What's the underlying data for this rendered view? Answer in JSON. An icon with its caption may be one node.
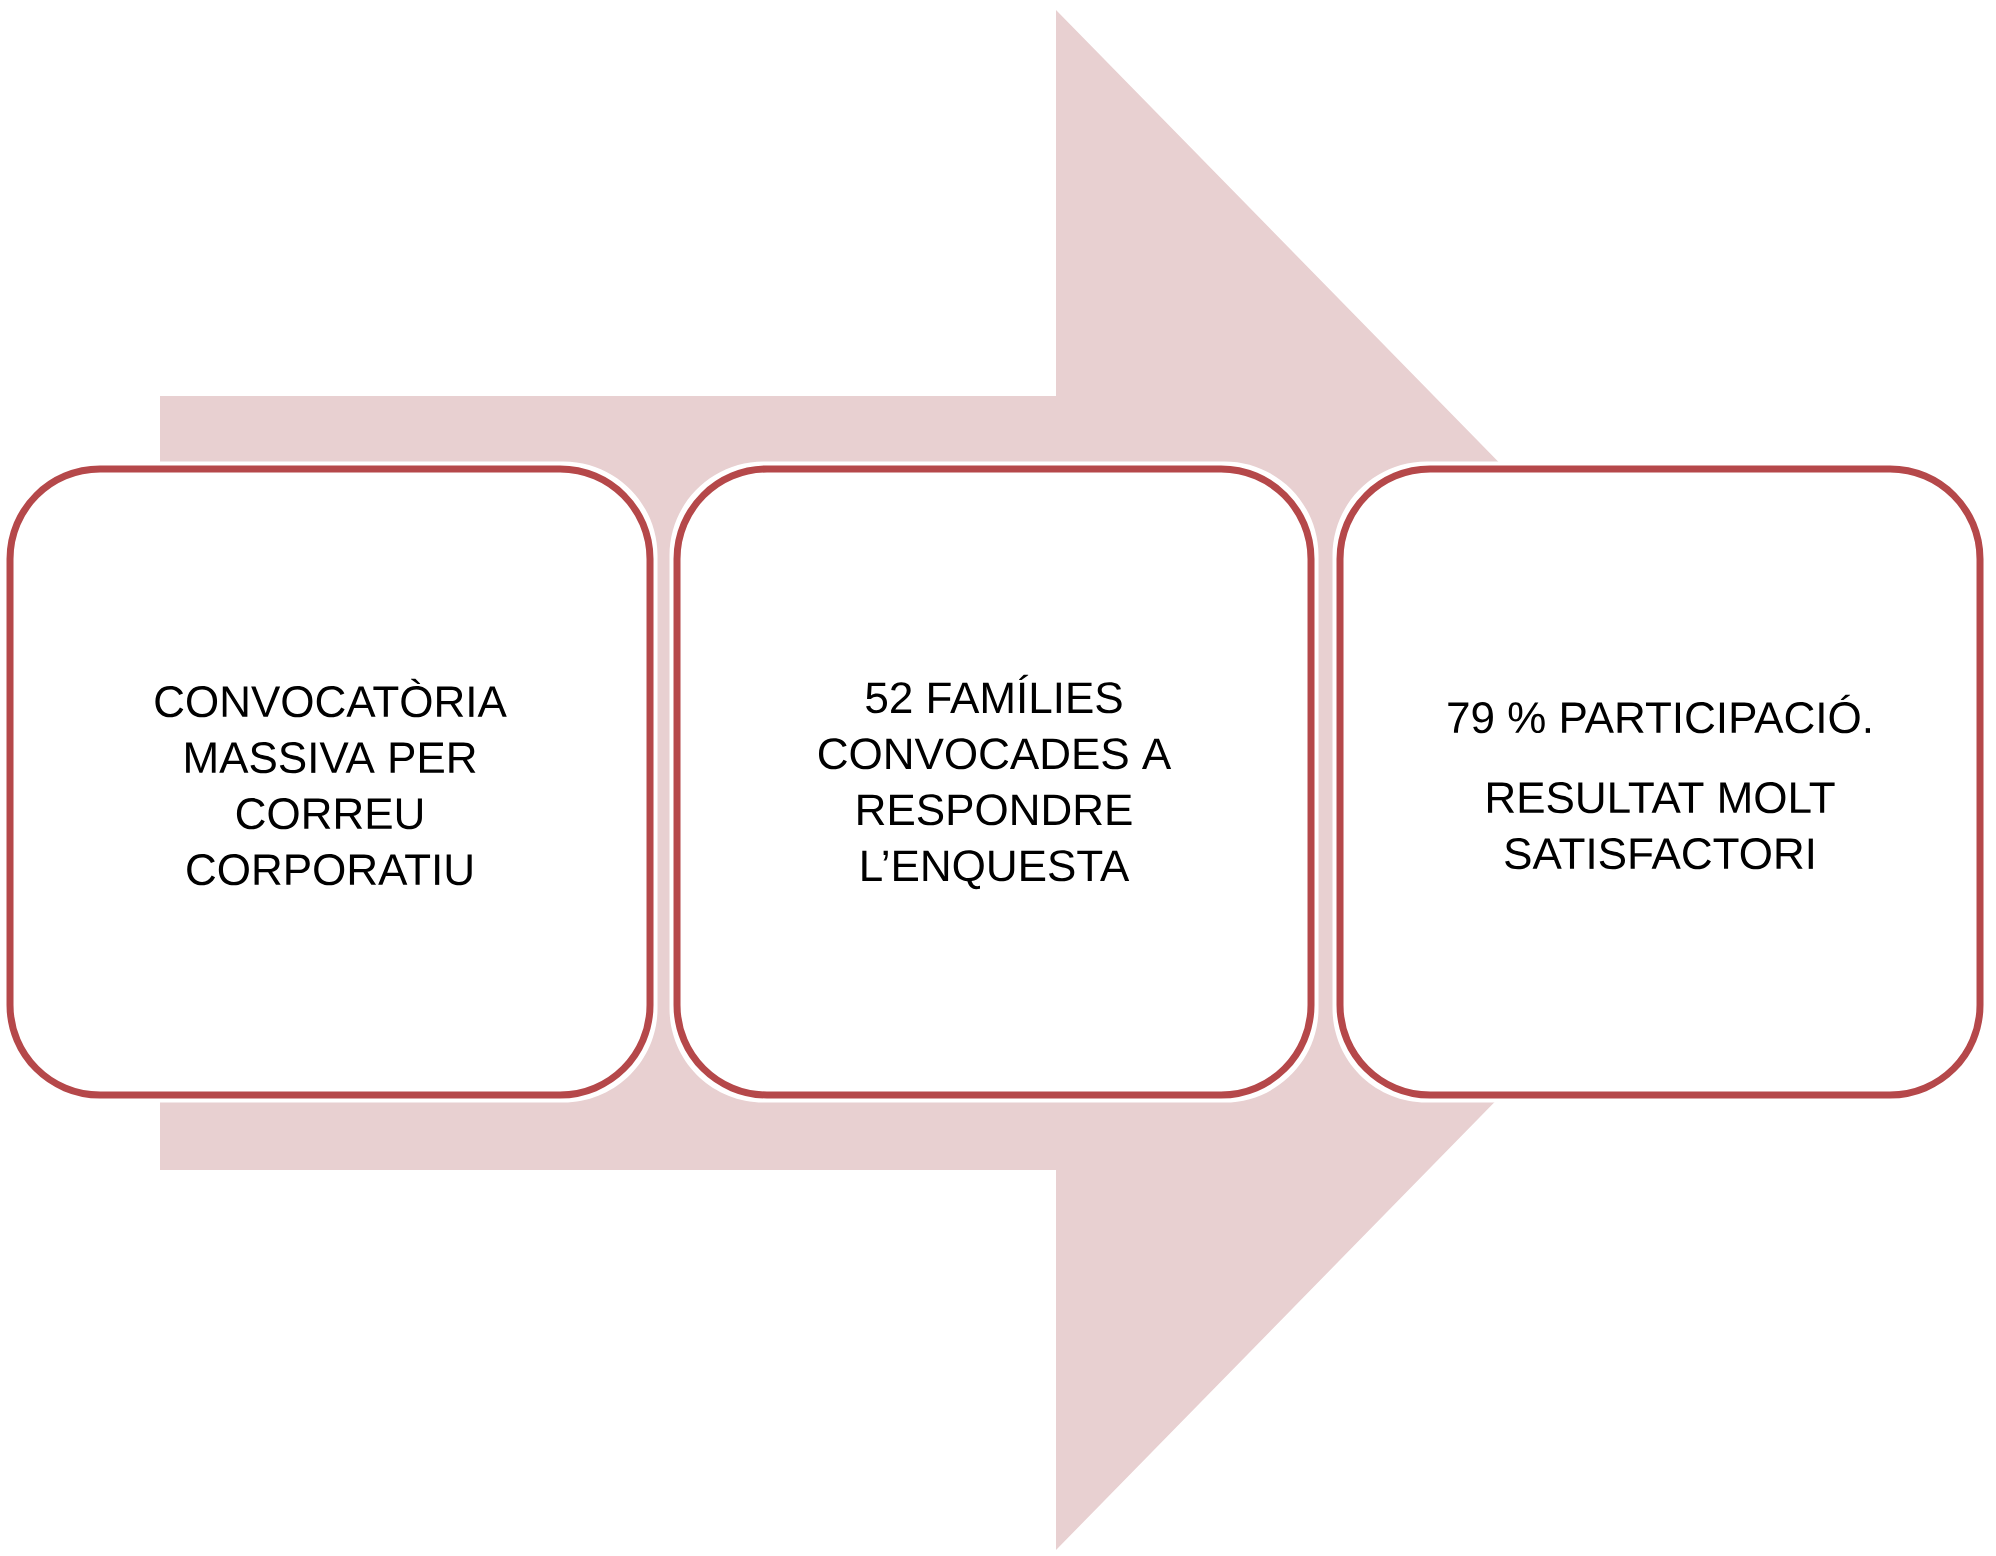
{
  "diagram": {
    "nodes": [
      {
        "text": [
          "CONVOCATÒRIA MASSIVA PER CORREU CORPORATIU"
        ]
      },
      {
        "text": [
          "52 FAMÍLIES CONVOCADES A RESPONDRE L’ENQUESTA"
        ]
      },
      {
        "text": [
          "79 % PARTICIPACIÓ.",
          "RESULTAT MOLT SATISFACTORI"
        ]
      }
    ],
    "edges": [
      {
        "from": 0,
        "to": 2,
        "arrow": "to"
      }
    ]
  }
}
